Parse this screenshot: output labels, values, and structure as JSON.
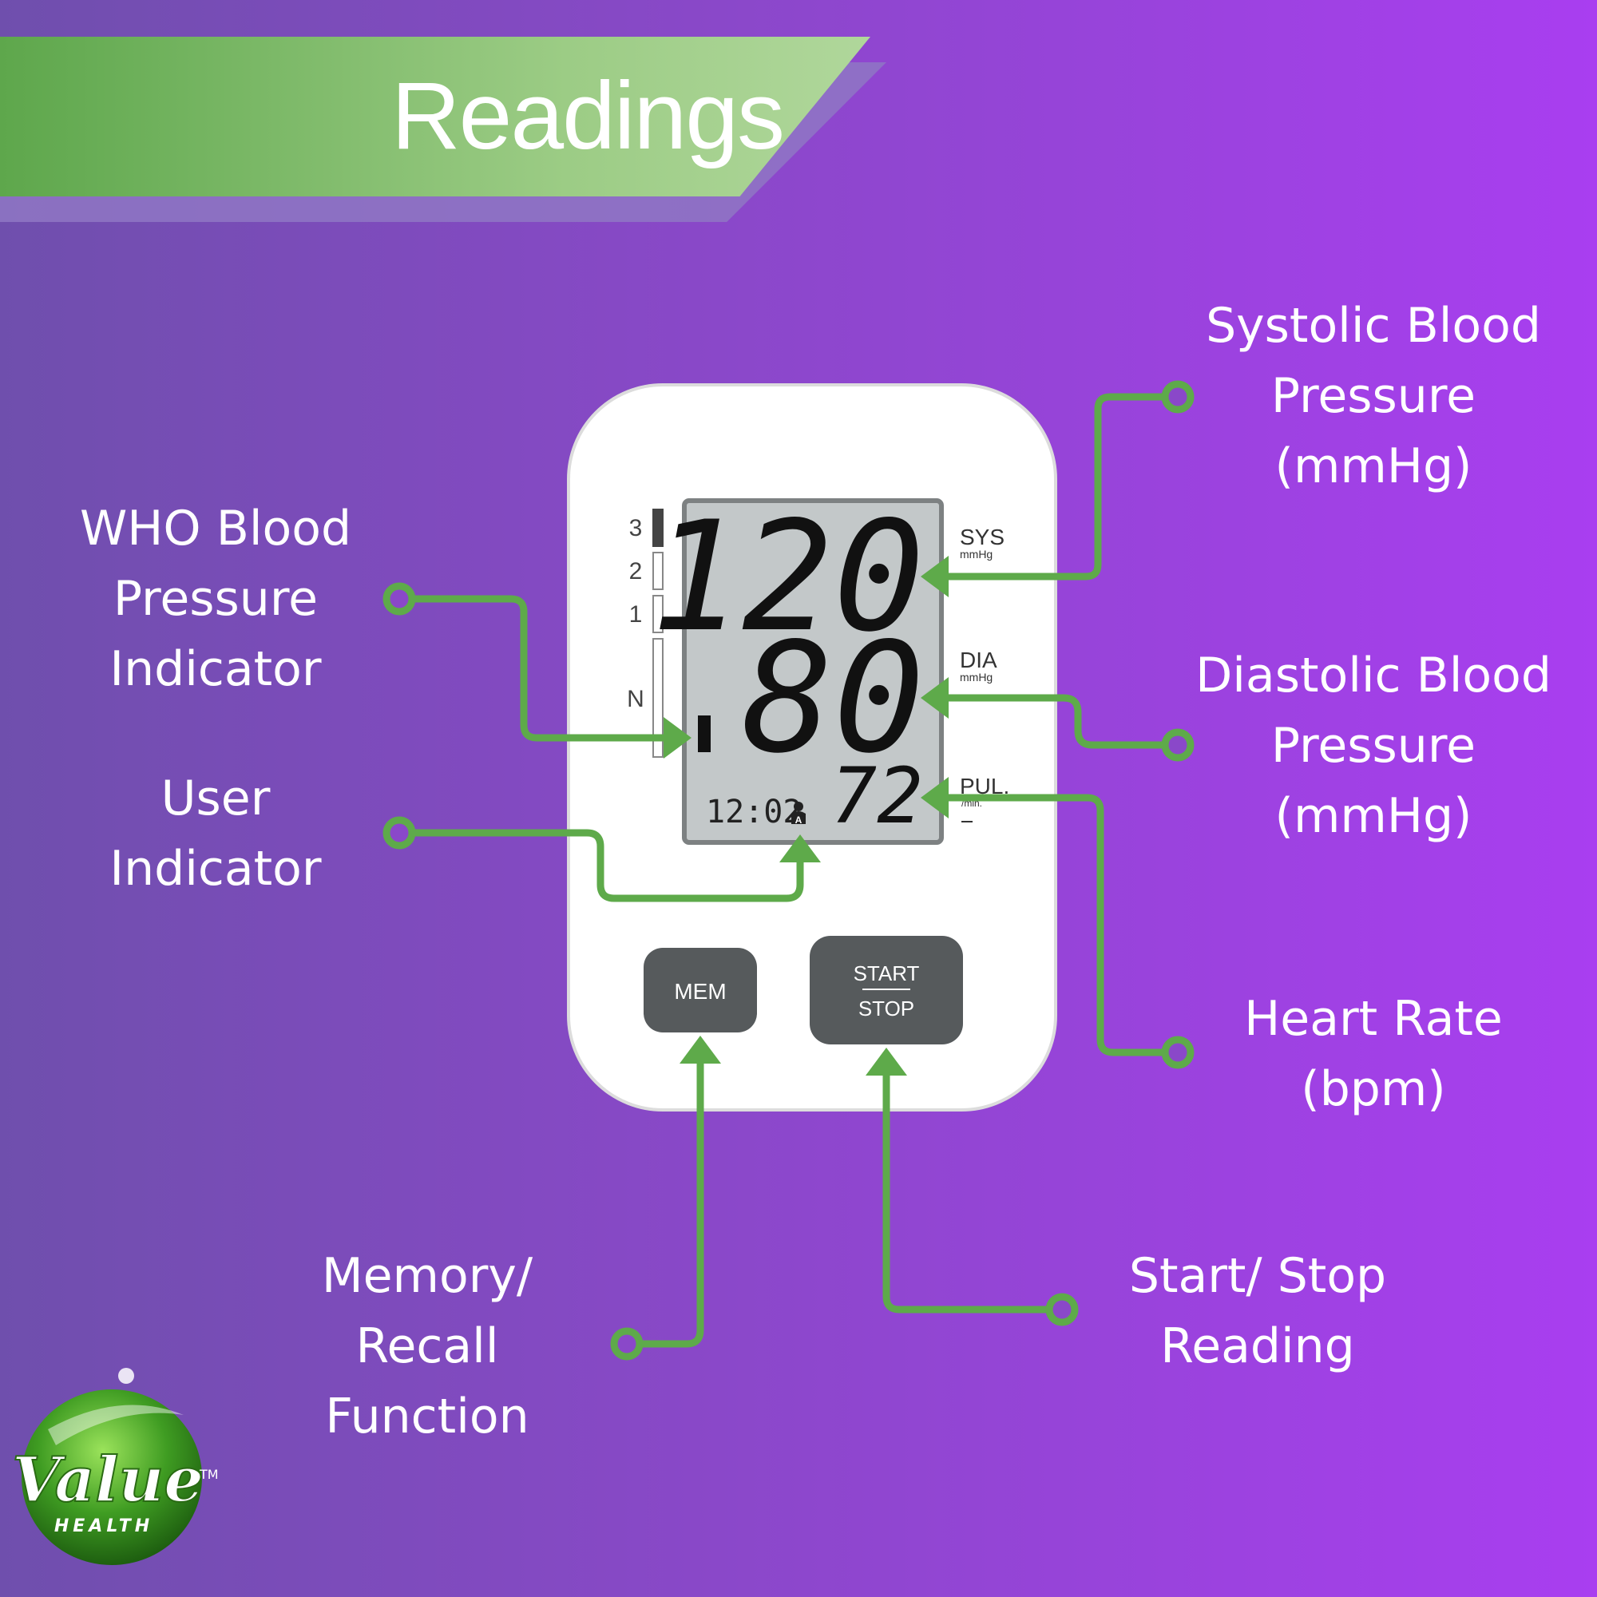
{
  "header": {
    "title": "Readings"
  },
  "labels": {
    "systolic": [
      "Systolic Blood",
      "Pressure",
      "(mmHg)"
    ],
    "diastolic": [
      "Diastolic Blood",
      "Pressure",
      "(mmHg)"
    ],
    "heart_rate": [
      "Heart Rate",
      "(bpm)"
    ],
    "who": [
      "WHO Blood",
      "Pressure",
      "Indicator"
    ],
    "user": [
      "User",
      "Indicator"
    ],
    "memory": [
      "Memory/",
      "Recall",
      "Function"
    ],
    "start_stop": [
      "Start/ Stop",
      "Reading"
    ]
  },
  "display": {
    "sys_value": "120",
    "dia_value": "80",
    "pulse_value": "72",
    "time": "12:02",
    "user_letter": "A",
    "sys_label": "SYS",
    "dia_label": "DIA",
    "pul_label": "PUL.",
    "mmhg_unit": "mmHg",
    "pulse_unit": "/min.",
    "scale": [
      "3",
      "2",
      "1",
      "N"
    ]
  },
  "buttons": {
    "mem": "MEM",
    "start": "START",
    "stop": "STOP"
  },
  "logo": {
    "brand": "Value",
    "sub": "HEALTH",
    "tm": "TM"
  },
  "colors": {
    "accent_green": "#5eaa4a",
    "bg_left": "#6f4fad",
    "bg_right": "#a93ef0",
    "lcd": "#bcc2c3",
    "button": "#565a5c"
  }
}
